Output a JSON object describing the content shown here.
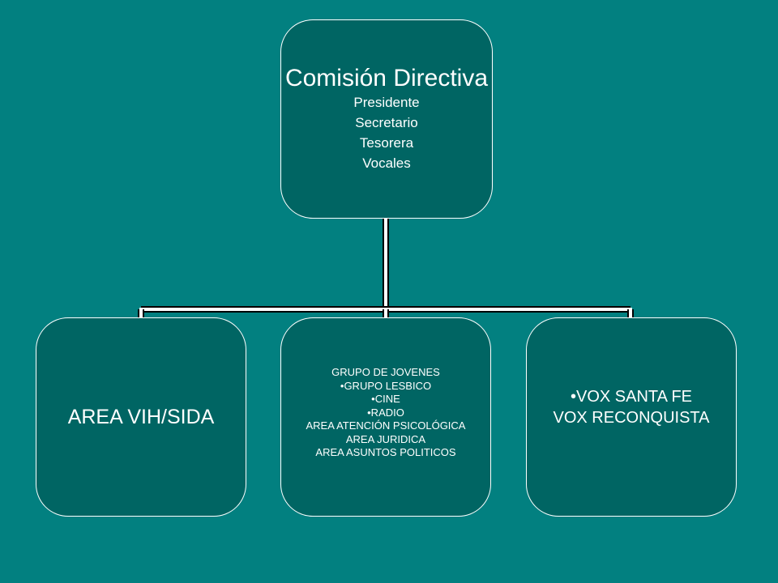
{
  "top_box": {
    "title": "Comisión Directiva",
    "roles": [
      "Presidente",
      "Secretario",
      "Tesorera",
      "Vocales"
    ]
  },
  "children": [
    {
      "items": [
        "AREA VIH/SIDA"
      ]
    },
    {
      "items": [
        "GRUPO DE JOVENES",
        "•GRUPO LESBICO",
        "•CINE",
        "•RADIO",
        "AREA ATENCIÓN PSICOLÓGICA",
        "AREA JURIDICA",
        "AREA ASUNTOS POLITICOS"
      ]
    },
    {
      "items": [
        "•VOX SANTA FE",
        "VOX RECONQUISTA"
      ]
    }
  ],
  "colors": {
    "background": "#028080",
    "box_fill": "#006563",
    "line": "#ffffff"
  }
}
